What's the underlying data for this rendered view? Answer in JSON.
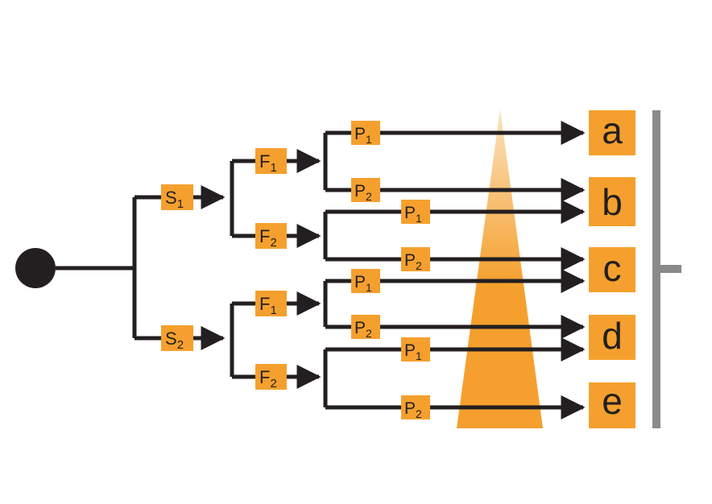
{
  "colors": {
    "accent": "#f5a02e",
    "line": "#231f20",
    "bracket": "#8a8a8a",
    "gradient_top": "#fbe3c0"
  },
  "diagram": {
    "stages": [
      {
        "id": "s1",
        "letter": "S",
        "sub": "1"
      },
      {
        "id": "s2",
        "letter": "S",
        "sub": "2"
      },
      {
        "id": "f1a",
        "letter": "F",
        "sub": "1"
      },
      {
        "id": "f2a",
        "letter": "F",
        "sub": "2"
      },
      {
        "id": "f1b",
        "letter": "F",
        "sub": "1"
      },
      {
        "id": "f2b",
        "letter": "F",
        "sub": "2"
      },
      {
        "id": "p1a",
        "letter": "P",
        "sub": "1"
      },
      {
        "id": "p2a",
        "letter": "P",
        "sub": "2"
      },
      {
        "id": "p1b",
        "letter": "P",
        "sub": "1"
      },
      {
        "id": "p2b",
        "letter": "P",
        "sub": "2"
      },
      {
        "id": "p1c",
        "letter": "P",
        "sub": "1"
      },
      {
        "id": "p2c",
        "letter": "P",
        "sub": "2"
      },
      {
        "id": "p1d",
        "letter": "P",
        "sub": "1"
      },
      {
        "id": "p2d",
        "letter": "P",
        "sub": "2"
      }
    ],
    "outcomes": [
      "a",
      "b",
      "c",
      "d",
      "e"
    ]
  }
}
